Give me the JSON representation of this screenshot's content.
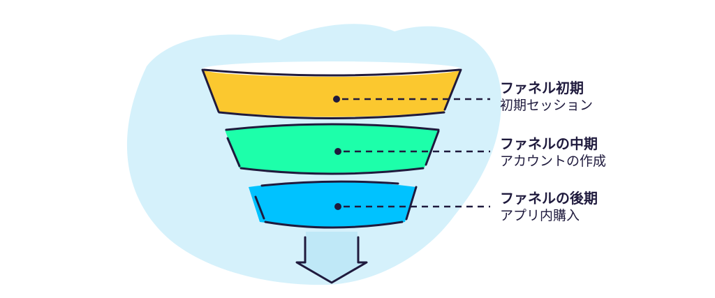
{
  "colors": {
    "blob": "#d5f1fb",
    "outline": "#1f1a3d",
    "stage_1": "#fbc82f",
    "stage_2": "#1dffaa",
    "stage_3": "#00c2ff",
    "arrow_fill": "#bfe8f7"
  },
  "stages": [
    {
      "title": "ファネル初期",
      "description": "初期セッション"
    },
    {
      "title": "ファネルの中期",
      "description": "アカウントの作成"
    },
    {
      "title": "ファネルの後期",
      "description": "アプリ内購入"
    }
  ],
  "icons": {
    "arrow": "down-arrow-icon"
  }
}
